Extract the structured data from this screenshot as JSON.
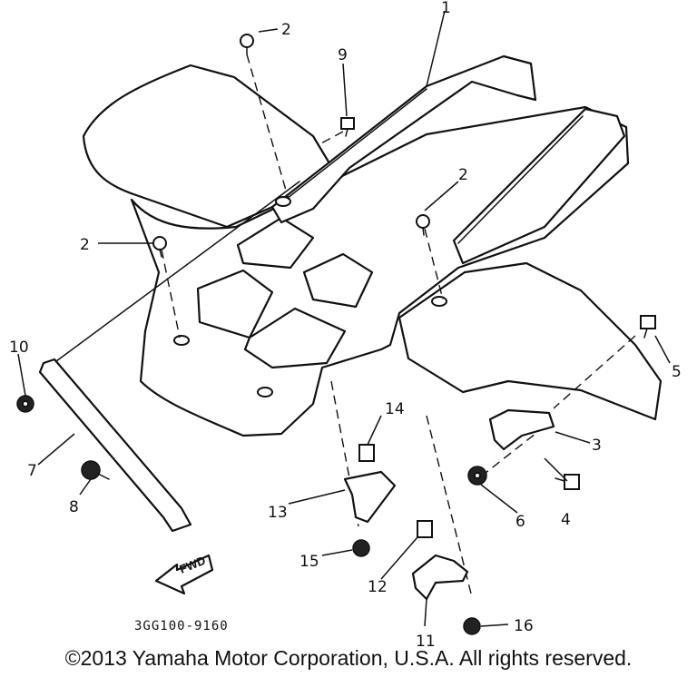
{
  "diagram": {
    "part_labels": [
      "1",
      "2",
      "2",
      "2",
      "2",
      "3",
      "4",
      "5",
      "6",
      "7",
      "8",
      "9",
      "10",
      "11",
      "12",
      "13",
      "14",
      "15",
      "16"
    ],
    "diagram_code": "3GG100-9160",
    "fwd_label": "FWD"
  },
  "footer": {
    "copyright": "©2013 Yamaha Motor Corporation, U.S.A. All rights reserved."
  }
}
